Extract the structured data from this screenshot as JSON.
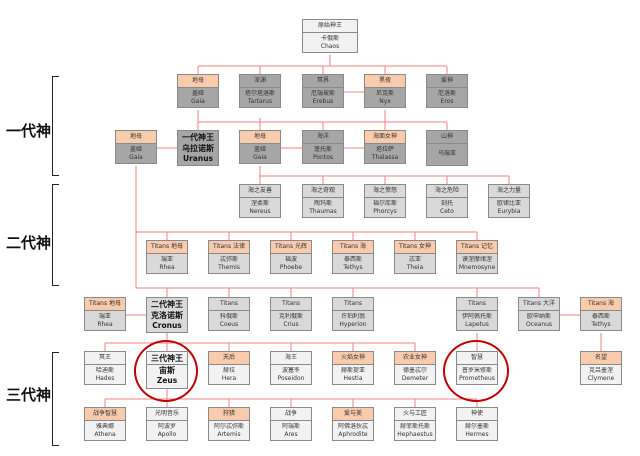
{
  "colors": {
    "line": "#f08080",
    "female_header": "#f8cbad",
    "gen1_box": "#a6a6a6",
    "gen2_box": "#d9d9d9",
    "gen3_box": "#f2f2f2",
    "highlight_circle": "#c00000"
  },
  "generation_labels": {
    "gen1": "一代神",
    "gen2": "二代神",
    "gen3": "三代神"
  },
  "nodes": {
    "chaos": {
      "title": "原始神王",
      "cn": "卡俄斯",
      "en": "Chaos"
    },
    "gaia1": {
      "title": "地母",
      "cn": "盖娅",
      "en": "Gaia"
    },
    "tartarus": {
      "title": "深渊",
      "cn": "塔尔塔洛斯",
      "en": "Tartarus"
    },
    "erebus": {
      "title": "冥界",
      "cn": "厄瑞玻斯",
      "en": "Erebus"
    },
    "nyx": {
      "title": "黑夜",
      "cn": "尼克斯",
      "en": "Nyx"
    },
    "eros": {
      "title": "爱神",
      "cn": "厄洛斯",
      "en": "Eros"
    },
    "gaia2": {
      "title": "地母",
      "cn": "盖娅",
      "en": "Gaia"
    },
    "uranus": {
      "title": "一代神王",
      "cn": "乌拉诺斯",
      "en": "Uranus"
    },
    "gaia3": {
      "title": "地母",
      "cn": "盖娅",
      "en": "Gaia"
    },
    "pontos": {
      "title": "海洋",
      "cn": "蓬托斯",
      "en": "Pontos"
    },
    "thalassa": {
      "title": "海面女神",
      "cn": "塔拉萨",
      "en": "Thalassa"
    },
    "ourea": {
      "title": "山神",
      "cn": "乌瑞亚",
      "en": ""
    },
    "nereus": {
      "title": "海之友善",
      "cn": "涅柔斯",
      "en": "Nereus"
    },
    "thaumas": {
      "title": "海之奇观",
      "cn": "陶玛斯",
      "en": "Thaumas"
    },
    "phorcys": {
      "title": "海之愤怒",
      "cn": "福尔库斯",
      "en": "Phorcys"
    },
    "ceto": {
      "title": "海之危险",
      "cn": "刻托",
      "en": "Ceto"
    },
    "eurybia": {
      "title": "海之力量",
      "cn": "欧律比亚",
      "en": "Eurybia"
    },
    "rhea1": {
      "title": "Titans 地母",
      "cn": "瑞亚",
      "en": "Rhea"
    },
    "themis": {
      "title": "Titans 法律",
      "cn": "忒弥斯",
      "en": "Themis"
    },
    "phoebe": {
      "title": "Titans 光辉",
      "cn": "福波",
      "en": "Phoebe"
    },
    "tethys1": {
      "title": "Titans 海",
      "cn": "泰西斯",
      "en": "Tethys"
    },
    "theia": {
      "title": "Titans 女神",
      "cn": "忒亚",
      "en": "Theia"
    },
    "mnemosyne": {
      "title": "Titans 记忆",
      "cn": "谟涅摩绪涅",
      "en": "Mnemosyne"
    },
    "rhea2": {
      "title": "Titans 地母",
      "cn": "瑞亚",
      "en": "Rhea"
    },
    "cronus": {
      "title": "二代神王",
      "cn": "克洛诺斯",
      "en": "Cronus"
    },
    "coeus": {
      "title": "Titans",
      "cn": "科俄斯",
      "en": "Coeus"
    },
    "crius": {
      "title": "Titans",
      "cn": "克利俄斯",
      "en": "Crius"
    },
    "hyperion": {
      "title": "Titans",
      "cn": "许珀利翁",
      "en": "Hyperion"
    },
    "iapetus": {
      "title": "Titans",
      "cn": "伊阿佩托斯",
      "en": "Lapetus"
    },
    "oceanus": {
      "title": "Titans 大洋",
      "cn": "欧申纳斯",
      "en": "Oceanus"
    },
    "tethys2": {
      "title": "Titans 海",
      "cn": "泰西斯",
      "en": "Tethys"
    },
    "hades": {
      "title": "冥王",
      "cn": "哈迪斯",
      "en": "Hades"
    },
    "zeus": {
      "title": "三代神王",
      "cn": "宙斯",
      "en": "Zeus"
    },
    "hera": {
      "title": "天后",
      "cn": "赫拉",
      "en": "Hera"
    },
    "poseidon": {
      "title": "海王",
      "cn": "波塞冬",
      "en": "Poseidon"
    },
    "hestia": {
      "title": "火焰女神",
      "cn": "赫斯提亚",
      "en": "Hestia"
    },
    "demeter": {
      "title": "农业女神",
      "cn": "德墨忒尔",
      "en": "Demeter"
    },
    "prometheus": {
      "title": "智慧",
      "cn": "普罗米修斯",
      "en": "Prometheus"
    },
    "clymene": {
      "title": "名望",
      "cn": "克吕墨涅",
      "en": "Clymene"
    },
    "athena": {
      "title": "战争智慧",
      "cn": "雅典娜",
      "en": "Athena"
    },
    "apollo": {
      "title": "光明音乐",
      "cn": "阿波罗",
      "en": "Apollo"
    },
    "artemis": {
      "title": "狩猎",
      "cn": "阿尔忒弥斯",
      "en": "Artemis"
    },
    "ares": {
      "title": "战争",
      "cn": "阿瑞斯",
      "en": "Ares"
    },
    "aphrodite": {
      "title": "爱与美",
      "cn": "阿佛洛狄忒",
      "en": "Aphrodite"
    },
    "hephaestus": {
      "title": "火与工匠",
      "cn": "赫菲斯托斯",
      "en": "Hephaestus"
    },
    "hermes": {
      "title": "神使",
      "cn": "赫尔墨斯",
      "en": "Hermes"
    }
  }
}
